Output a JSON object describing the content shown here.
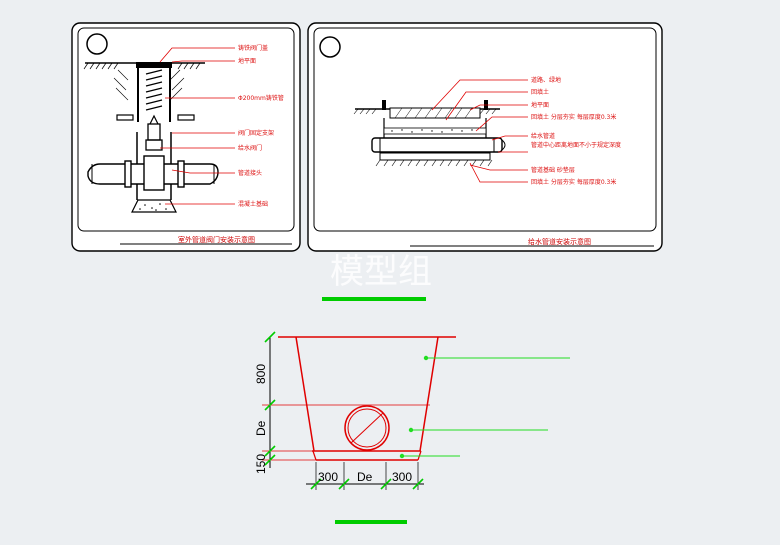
{
  "panel_left": {
    "caption": "室外管道阀门安装示意图",
    "labels": [
      "铸铁阀门盖",
      "地平面",
      "Φ200mm铸铁管",
      "阀门固定支架",
      "给水阀门",
      "管道接头",
      "混凝土基础"
    ]
  },
  "panel_right": {
    "caption": "给水管道安装示意图",
    "labels": [
      "道路、绿地",
      "回填土",
      "地平面",
      "回填土 分层夯实 每层厚度0.3米",
      "给水管道",
      "管道中心距离地面不小于规定深度",
      "管道基础 砂垫层",
      "回填土 分层夯实 每层厚度0.3米"
    ]
  },
  "watermark": "模型组",
  "trench": {
    "height_labels": [
      "800",
      "De",
      "150"
    ],
    "width_labels": [
      "300",
      "De",
      "300"
    ]
  },
  "colors": {
    "background": "#eceff2",
    "linework": "#000000",
    "annotation": "#e00000",
    "highlight": "#00cc00",
    "leader_green": "#22dd22",
    "panel_fill": "#ffffff"
  }
}
